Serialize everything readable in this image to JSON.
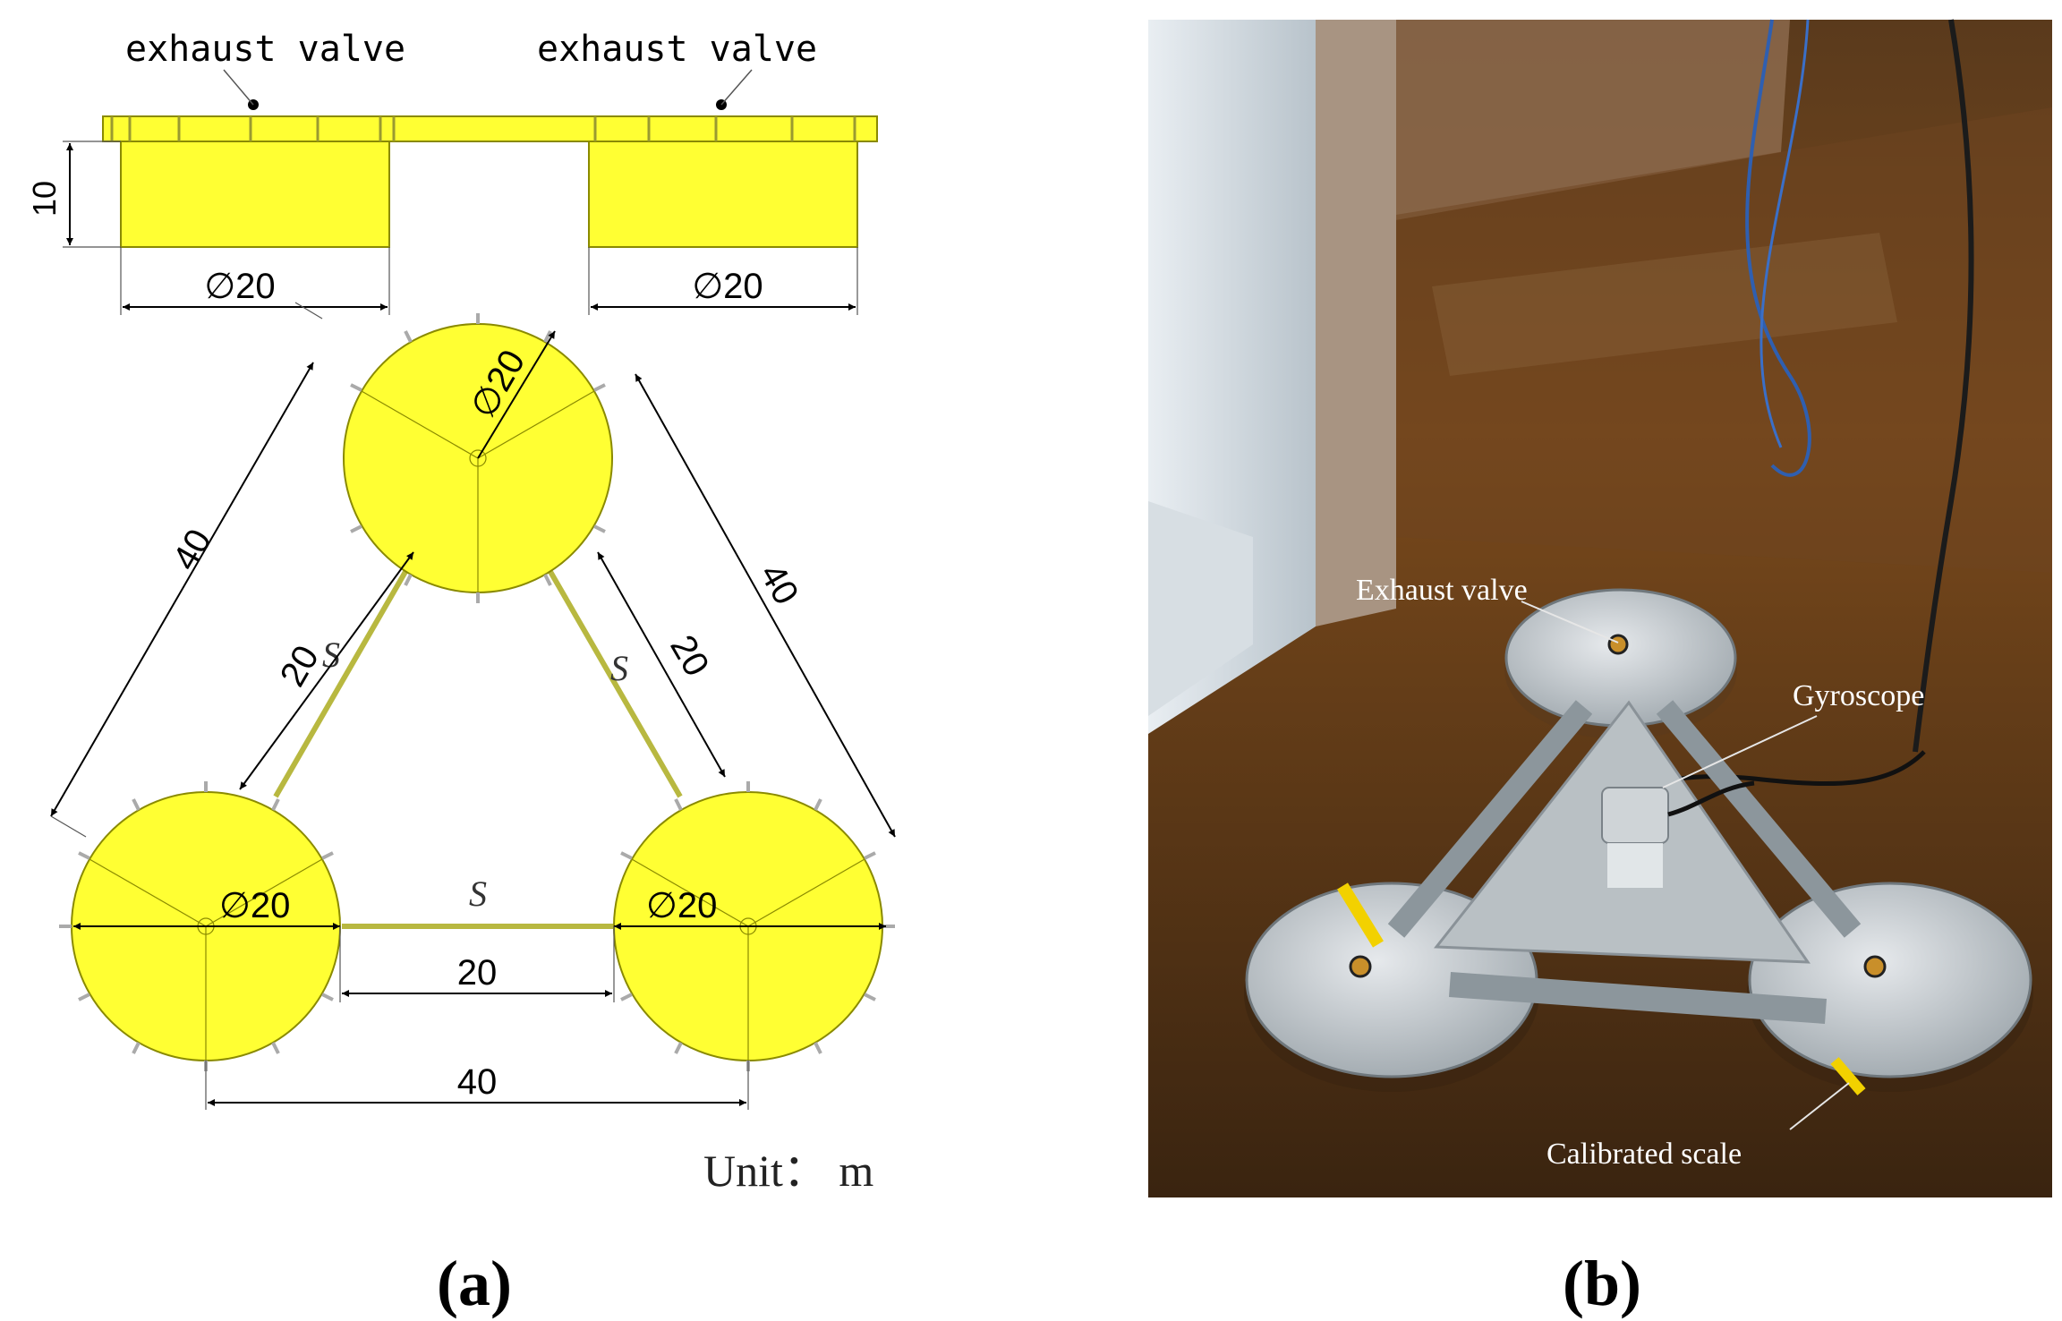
{
  "panel_a": {
    "caption": "(a)",
    "side_view": {
      "valve_label_left": "exhaust valve",
      "valve_label_right": "exhaust valve",
      "height_dim": "10",
      "diam_left": "∅20",
      "diam_right": "∅20"
    },
    "plan_view": {
      "diam_top": "∅20",
      "diam_left": "∅20",
      "diam_right": "∅20",
      "outer_left": "40",
      "outer_right": "40",
      "inner_left": "20",
      "inner_right": "20",
      "gap_bottom": "20",
      "center_bottom": "40",
      "spacing_label": "S",
      "unit": "Unit： m"
    },
    "colors": {
      "float_fill": "#ffff33",
      "float_stroke": "#8a8a00"
    }
  },
  "panel_b": {
    "caption": "(b)",
    "labels": {
      "exhaust_valve": "Exhaust valve",
      "gyroscope": "Gyroscope",
      "calibrated_scale": "Calibrated scale"
    }
  }
}
